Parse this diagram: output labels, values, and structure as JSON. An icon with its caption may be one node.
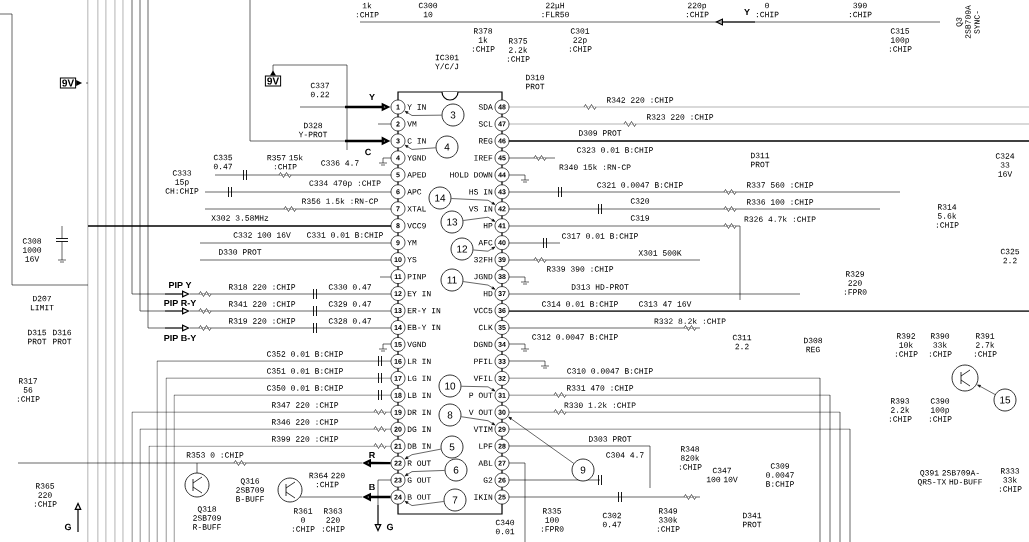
{
  "diagram": {
    "nodes": [
      {
        "text": [
          "IC301 Y/C/J"
        ]
      },
      {
        "text": [
          "1"
        ]
      },
      {
        "text": [
          "2"
        ]
      },
      {
        "text": [
          "3"
        ]
      },
      {
        "text": [
          "4"
        ]
      },
      {
        "text": [
          "5"
        ]
      },
      {
        "text": [
          "6"
        ]
      },
      {
        "text": [
          "7"
        ]
      },
      {
        "text": [
          "8"
        ]
      },
      {
        "text": [
          "9"
        ]
      },
      {
        "text": [
          "10"
        ]
      },
      {
        "text": [
          "11"
        ]
      },
      {
        "text": [
          "12"
        ]
      },
      {
        "text": [
          "13"
        ]
      },
      {
        "text": [
          "14"
        ]
      },
      {
        "text": [
          "15"
        ]
      },
      {
        "text": [
          "16"
        ]
      },
      {
        "text": [
          "17"
        ]
      },
      {
        "text": [
          "18"
        ]
      },
      {
        "text": [
          "19"
        ]
      },
      {
        "text": [
          "20"
        ]
      },
      {
        "text": [
          "21"
        ]
      },
      {
        "text": [
          "22"
        ]
      },
      {
        "text": [
          "23"
        ]
      },
      {
        "text": [
          "24"
        ]
      },
      {
        "text": [
          "25"
        ]
      },
      {
        "text": [
          "26"
        ]
      },
      {
        "text": [
          "27"
        ]
      },
      {
        "text": [
          "28"
        ]
      },
      {
        "text": [
          "29"
        ]
      },
      {
        "text": [
          "30"
        ]
      },
      {
        "text": [
          "31"
        ]
      },
      {
        "text": [
          "32"
        ]
      },
      {
        "text": [
          "33"
        ]
      },
      {
        "text": [
          "34"
        ]
      },
      {
        "text": [
          "35"
        ]
      },
      {
        "text": [
          "36"
        ]
      },
      {
        "text": [
          "37"
        ]
      },
      {
        "text": [
          "38"
        ]
      },
      {
        "text": [
          "39"
        ]
      },
      {
        "text": [
          "40"
        ]
      },
      {
        "text": [
          "41"
        ]
      },
      {
        "text": [
          "42"
        ]
      },
      {
        "text": [
          "43"
        ]
      },
      {
        "text": [
          "44"
        ]
      },
      {
        "text": [
          "45"
        ]
      },
      {
        "text": [
          "46"
        ]
      },
      {
        "text": [
          "47"
        ]
      },
      {
        "text": [
          "48"
        ]
      },
      {
        "text": [
          "9V"
        ]
      },
      {
        "text": [
          "9V"
        ]
      },
      {
        "text": [
          "3"
        ],
        "in": 0
      },
      {
        "text": [
          "4"
        ],
        "in": 0
      },
      {
        "text": [
          "14"
        ],
        "in": 0
      },
      {
        "text": [
          "13"
        ],
        "in": 0
      },
      {
        "text": [
          "12"
        ],
        "in": 0
      },
      {
        "text": [
          "11"
        ],
        "in": 0
      },
      {
        "text": [
          "10"
        ],
        "in": 0
      },
      {
        "text": [
          "15"
        ]
      },
      {
        "text": [
          "8"
        ],
        "in": 0
      },
      {
        "text": [
          "5"
        ],
        "in": 0
      },
      {
        "text": [
          "6"
        ],
        "in": 0
      },
      {
        "text": [
          "9"
        ]
      },
      {
        "text": [
          "7"
        ],
        "in": 0
      },
      {
        "text": [],
        "shape": "circle"
      }
    ],
    "edges": [
      {
        "from": 51,
        "to": 1,
        "arrow": "to"
      },
      {
        "from": 52,
        "to": 3,
        "arrow": "to"
      },
      {
        "from": 53,
        "to": 42,
        "arrow": "to"
      },
      {
        "from": 54,
        "to": 41,
        "arrow": "to"
      },
      {
        "from": 55,
        "to": 40,
        "arrow": "to"
      },
      {
        "from": 56,
        "to": 37,
        "arrow": "to"
      },
      {
        "from": 57,
        "to": 31,
        "arrow": "to"
      },
      {
        "from": 58,
        "to": 64,
        "arrow": "to"
      },
      {
        "from": 59,
        "to": 29,
        "arrow": "to"
      },
      {
        "from": 60,
        "to": 22,
        "arrow": "to"
      },
      {
        "from": 61,
        "to": 23,
        "arrow": "to"
      },
      {
        "from": 62,
        "to": 30,
        "arrow": "to"
      },
      {
        "from": 63,
        "to": 24,
        "arrow": "to"
      },
      {
        "from": null,
        "to": 1,
        "arrow": "to",
        "label": "Y",
        "style": "thick"
      },
      {
        "from": null,
        "to": 3,
        "arrow": "to",
        "label": "C",
        "style": "thick"
      },
      {
        "from": 22,
        "to": null,
        "arrow": "to",
        "label": "R",
        "style": "thick"
      },
      {
        "from": 24,
        "to": null,
        "arrow": "to",
        "label": "B",
        "style": "thick"
      }
    ],
    "labels": [
      "Y IN",
      "VM",
      "C IN",
      "YGND",
      "APED",
      "APC",
      "XTAL",
      "VCC9",
      "YM",
      "YS",
      "PINP",
      "EY IN",
      "ER-Y IN",
      "EB-Y IN",
      "VGND",
      "LR IN",
      "LG IN",
      "LB IN",
      "DR IN",
      "DG IN",
      "DB IN",
      "R OUT",
      "G OUT",
      "B OUT",
      "SDA",
      "SCL",
      "REG",
      "IREF",
      "HOLD DOWN",
      "HS IN",
      "VS IN",
      "HP",
      "AFC",
      "32FH",
      "JGND",
      "HD",
      "VCC5",
      "CLK",
      "DGND",
      "PFIL",
      "VFIL",
      "P OUT",
      "V OUT",
      "VTIM",
      "LPF",
      "ABL",
      "G2",
      "IKIN",
      "C337 0.22",
      "D328 Y-PROT",
      "C336 4.7",
      "C335 0.47",
      "R357 15k :CHIP",
      "C333 15p CH:CHIP",
      "C334 470p :CHIP",
      "R356 1.5k :RN-CP",
      "X302 3.58MHz",
      "C332 100 16V",
      "C331 0.01 B:CHIP",
      "D330 PROT",
      "C308 1000 16V",
      "D207 LIMIT",
      "D315 PROT",
      "D316 PROT",
      "R317 56 :CHIP",
      "R365 220 :CHIP",
      "G",
      "PIP Y",
      "PIP R-Y",
      "PIP B-Y",
      "R318 220 :CHIP",
      "R341 220 :CHIP",
      "R319 220 :CHIP",
      "C330 0.47",
      "C329 0.47",
      "C328 0.47",
      "C352 0.01 B:CHIP",
      "C351 0.01 B:CHIP",
      "C350 0.01 B:CHIP",
      "R347 220 :CHIP",
      "R346 220 :CHIP",
      "R399 220 :CHIP",
      "R353 0 :CHIP",
      "Q318 2SB709 R-BUFF",
      "Q316 2SB709 B-BUFF",
      "R364 220 :CHIP",
      "R361 0 :CHIP",
      "R363 220 :CHIP",
      "G",
      "Y",
      "1k :CHIP",
      "C300 10",
      "22μH :FLR50",
      "220p :CHIP",
      "0 :CHIP",
      "390 :CHIP",
      "C315 100p :CHIP",
      "Q3 2SB709A SYNC-",
      "R378 1k :CHIP",
      "R375 2.2k :CHIP",
      "C301 22p :CHIP",
      "D310 PROT",
      "R342 220 :CHIP",
      "R323 220 :CHIP",
      "D309 PROT",
      "C323 0.01 B:CHIP",
      "R340 15k :RN-CP",
      "C321 0.0047 B:CHIP",
      "C320",
      "C319",
      "C317 0.01 B:CHIP",
      "X301 500K",
      "R339 390 :CHIP",
      "D311 PROT",
      "C324 33 16V",
      "R337 560 :CHIP",
      "R336 100 :CHIP",
      "R326 4.7k :CHIP",
      "R314 5.6k :CHIP",
      "C325 2.2",
      "R329 220 :FPR0",
      "D313 HD-PROT",
      "C314 0.01 B:CHIP",
      "C313 47 16V",
      "R332 8.2k :CHIP",
      "C312 0.0047 B:CHIP",
      "C311 2.2",
      "D308 REG",
      "R392 10k :CHIP",
      "R390 33k :CHIP",
      "R391 2.7k :CHIP",
      "C310 0.0047 B:CHIP",
      "R331 470 :CHIP",
      "R330 1.2k :CHIP",
      "R393 2.2k :CHIP",
      "C390 100p :CHIP",
      "D303 PROT",
      "C304 4.7",
      "R348 820k :CHIP",
      "C347 100 10V",
      "C309 0.0047 B:CHIP",
      "Q391 2SB709A-QRS-TX HD-BUFF",
      "R333 33k :CHIP",
      "C340 0.01",
      "R335 100 :FPR0",
      "C302 0.47",
      "R349 330k :CHIP",
      "D341 PROT"
    ]
  }
}
